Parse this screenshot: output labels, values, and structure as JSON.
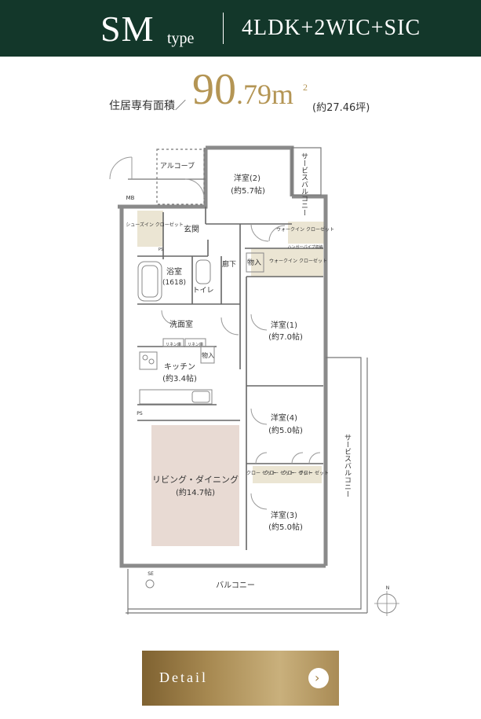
{
  "header": {
    "type_code": "SM",
    "type_word": "type",
    "layout": "4LDK+2WIC+SIC"
  },
  "area": {
    "label": "住居専有面積／",
    "int": "90",
    "dec": ".79",
    "unit": "m",
    "sup": "2",
    "tsubo": "(約27.46坪)"
  },
  "rooms": {
    "alcove": "アルコーブ",
    "mb": "MB",
    "western2": "洋室(2)",
    "western2_size": "(約5.7帖)",
    "service_balcony_top": "サービスバルコニー",
    "entrance": "玄関",
    "shoes_in_closet": "シューズイン クローゼット",
    "walk_in_closet_top": "ウォークイン クローゼット",
    "hanger_pipe": "ハンガーパイプ収納",
    "walk_in_closet": "ウォークイン クローゼット",
    "storage": "物入",
    "hallway": "廊下",
    "bath": "浴室",
    "bath_size": "(1618)",
    "toilet": "トイレ",
    "western1": "洋室(1)",
    "western1_size": "(約7.0帖)",
    "washroom": "洗面室",
    "linen1": "リネン庫",
    "linen2": "リネン庫",
    "storage2": "物入",
    "kitchen": "キッチン",
    "kitchen_size": "(約3.4帖)",
    "western4": "洋室(4)",
    "western4_size": "(約5.0帖)",
    "closet": "クロー ゼット",
    "living_dining": "リビング・ダイニング",
    "living_dining_size": "(約14.7帖)",
    "western3": "洋室(3)",
    "western3_size": "(約5.0帖)",
    "service_balcony_right": "サービスバルコニー",
    "ps": "PS",
    "se": "SE",
    "balcony": "バルコニー",
    "north": "N"
  },
  "button": {
    "label": "Detail",
    "arrow": "›"
  },
  "colors": {
    "header_bg": "#13372a",
    "accent_gold": "#b49554",
    "ld_floor": "#e8dad3",
    "closet_fill": "#ebe5d3"
  }
}
